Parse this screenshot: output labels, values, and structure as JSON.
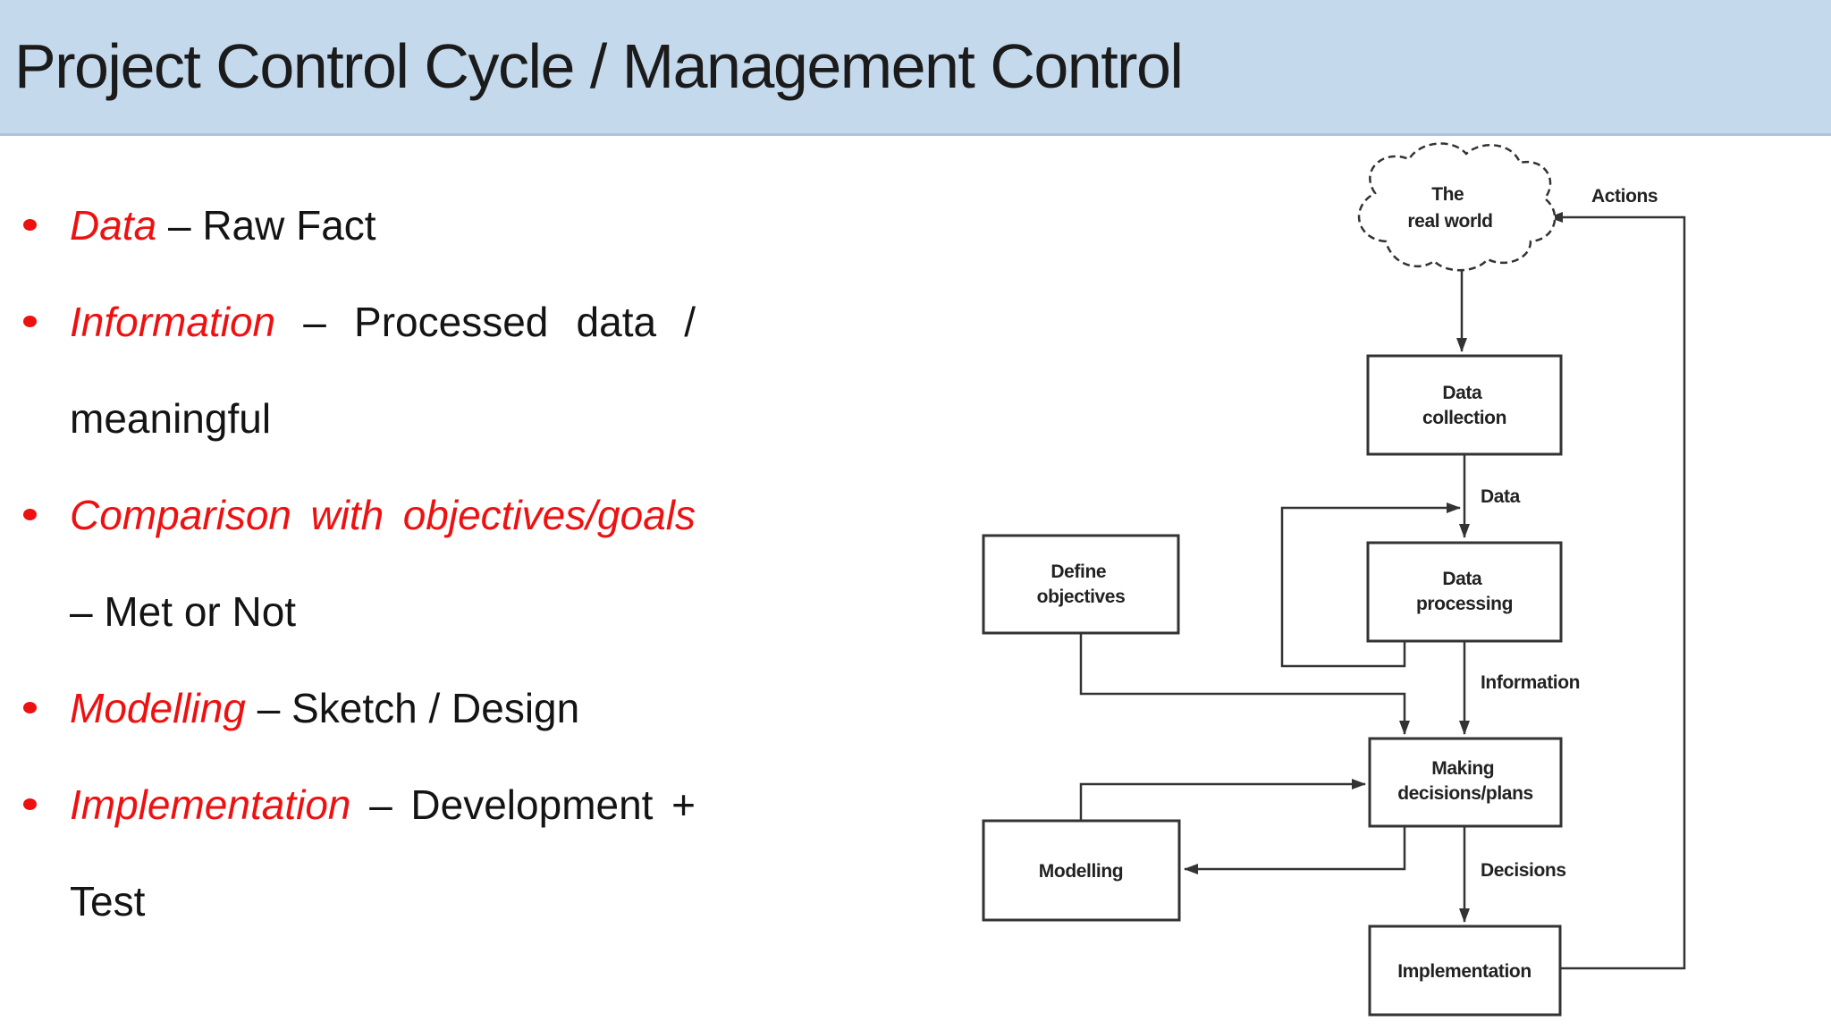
{
  "title": "Project Control Cycle / Management Control",
  "theme": {
    "header_bg": "#c5d9ed",
    "header_border": "#aac3de",
    "accent_red": "#ed1111",
    "text_color": "#141414",
    "diagram_ink": "#333333"
  },
  "bullets": [
    {
      "term": "Data",
      "rest": "– Raw Fact",
      "line2": ""
    },
    {
      "term": "Information",
      "rest": "– Processed data /",
      "line2": "meaningful"
    },
    {
      "term": "Comparison with objectives/goals",
      "rest": "",
      "line2": "– Met or Not"
    },
    {
      "term": "Modelling",
      "rest": "– Sketch / Design",
      "line2": ""
    },
    {
      "term": "Implementation",
      "rest": "– Development +",
      "line2": "Test"
    }
  ],
  "diagram": {
    "cloud": {
      "line1": "The",
      "line2": "real world"
    },
    "boxes": [
      {
        "id": "data-collection",
        "line1": "Data",
        "line2": "collection"
      },
      {
        "id": "data-processing",
        "line1": "Data",
        "line2": "processing"
      },
      {
        "id": "define-objectives",
        "line1": "Define",
        "line2": "objectives"
      },
      {
        "id": "making-decisions",
        "line1": "Making",
        "line2": "decisions/plans"
      },
      {
        "id": "modelling",
        "line1": "Modelling",
        "line2": ""
      },
      {
        "id": "implementation",
        "line1": "Implementation",
        "line2": ""
      }
    ],
    "labels": {
      "actions": "Actions",
      "data": "Data",
      "information": "Information",
      "decisions": "Decisions"
    }
  }
}
